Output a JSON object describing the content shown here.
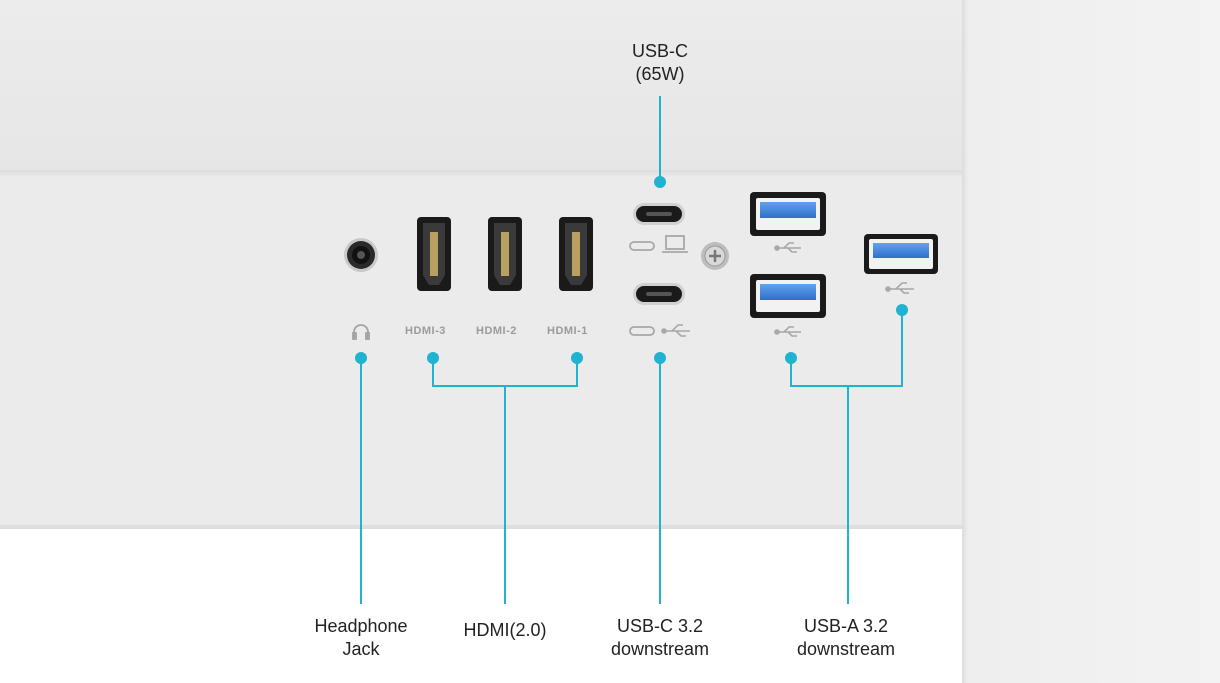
{
  "callouts": {
    "usb_c_power": {
      "line1": "USB-C",
      "line2": "(65W)"
    },
    "headphone": {
      "line1": "Headphone",
      "line2": "Jack"
    },
    "hdmi": {
      "line1": "HDMI(2.0)"
    },
    "usb_c_down": {
      "line1": "USB-C 3.2",
      "line2": "downstream"
    },
    "usb_a_down": {
      "line1": "USB-A 3.2",
      "line2": "downstream"
    }
  },
  "port_labels": {
    "hdmi3": "HDMI-3",
    "hdmi2": "HDMI-2",
    "hdmi1": "HDMI-1"
  },
  "colors": {
    "accent": "#1fb3d1",
    "panel": "#ebebeb",
    "port_black": "#1a1a1a",
    "usb_blue": "#3f86e0"
  },
  "icons": [
    "headphone-icon",
    "laptop-icon",
    "usb-symbol-icon",
    "usb-c-symbol-icon",
    "screw-icon"
  ]
}
